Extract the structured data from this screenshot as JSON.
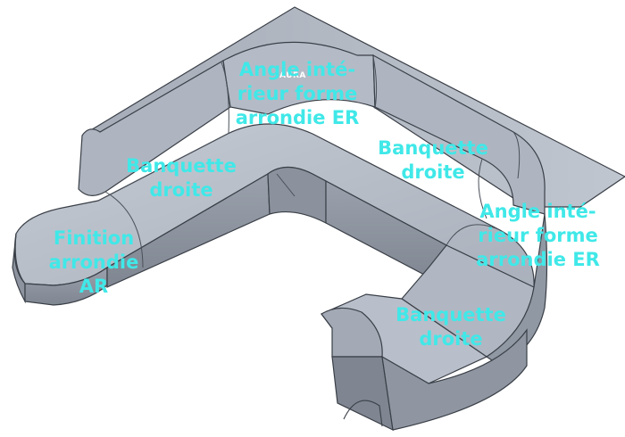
{
  "brand": "AURA",
  "palette": {
    "background": "#ffffff",
    "label_color": "#40e8e8",
    "body_top": "#b8bfca",
    "body_side": "#8b929d",
    "body_dark": "#6f7681",
    "edge": "#3a3f47"
  },
  "labels": {
    "corner_top": [
      "Angle inté-",
      "rieur forme",
      "arrondie ER"
    ],
    "bench_left": [
      "Banquette",
      "droite"
    ],
    "bench_upper_right": [
      "Banquette",
      "droite"
    ],
    "corner_right": [
      "Angle inté-",
      "rieur forme",
      "arrondie ER"
    ],
    "finish_left": [
      "Finition",
      "arrondie",
      "AR"
    ],
    "bench_bottom_right": [
      "Banquette",
      "droite"
    ]
  }
}
